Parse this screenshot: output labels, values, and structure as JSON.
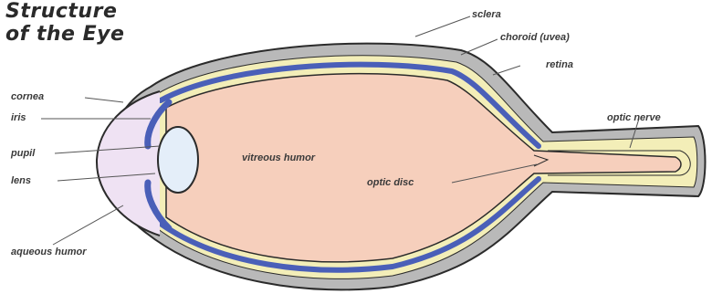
{
  "diagram": {
    "title_line1": "Structure",
    "title_line2": "of the Eye",
    "labels": {
      "sclera": "sclera",
      "choroid": "choroid (uvea)",
      "retina": "retina",
      "optic_nerve": "optic nerve",
      "cornea": "cornea",
      "iris": "iris",
      "pupil": "pupil",
      "lens": "lens",
      "vitreous_humor": "vitreous humor",
      "optic_disc": "optic disc",
      "aqueous_humor": "aqueous humor"
    },
    "colors": {
      "sclera": "#b9b9b9",
      "choroid": "#f3eeb8",
      "retina": "#4a5fb8",
      "vitreous": "#f6cfbc",
      "cornea_fill": "#efe2f3",
      "lens_fill": "#e4eef9",
      "outline": "#2b2b2b"
    }
  }
}
